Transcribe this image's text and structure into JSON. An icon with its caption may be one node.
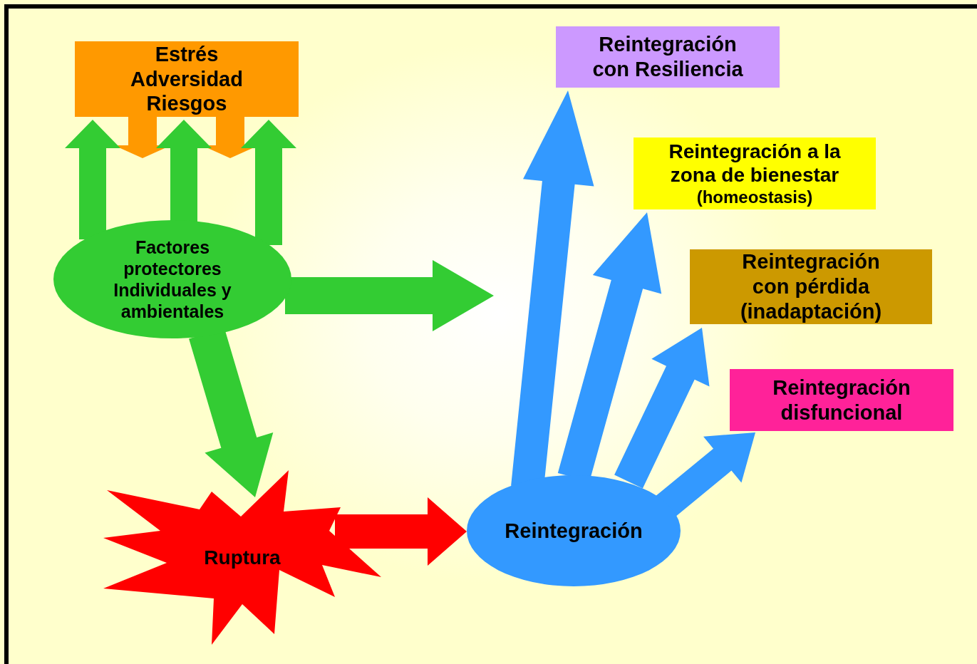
{
  "diagram": {
    "nodes": [
      {
        "text": [
          "Estrés Adversidad Riesgos"
        ]
      },
      {
        "text": [
          "Factores protectores Individuales y ambientales"
        ]
      },
      {
        "text": [
          "Ruptura"
        ]
      },
      {
        "text": [
          "Reintegración"
        ]
      },
      {
        "text": [
          "Reintegración con Resiliencia"
        ]
      },
      {
        "text": [
          "Reintegración a la zona de bienestar",
          "(homeostasis)"
        ]
      },
      {
        "text": [
          "Reintegración con pérdida (inadaptación)"
        ]
      },
      {
        "text": [
          "Reintegración disfuncional"
        ]
      }
    ],
    "edges": [
      {
        "from": 0,
        "to": null,
        "arrow": "to",
        "color": "#ff9900"
      },
      {
        "from": 0,
        "to": null,
        "arrow": "to",
        "color": "#ff9900"
      },
      {
        "from": 1,
        "to": 0,
        "arrow": "to",
        "color": "#33cc33"
      },
      {
        "from": 1,
        "to": 0,
        "arrow": "to",
        "color": "#33cc33"
      },
      {
        "from": 1,
        "to": 0,
        "arrow": "to",
        "color": "#33cc33"
      },
      {
        "from": 1,
        "to": null,
        "arrow": "to",
        "color": "#33cc33"
      },
      {
        "from": 1,
        "to": 2,
        "arrow": "to",
        "color": "#33cc33"
      },
      {
        "from": 2,
        "to": 3,
        "arrow": "to",
        "color": "#ff0000"
      },
      {
        "from": 3,
        "to": 4,
        "arrow": "to",
        "color": "#3399ff"
      },
      {
        "from": 3,
        "to": 5,
        "arrow": "to",
        "color": "#3399ff"
      },
      {
        "from": 3,
        "to": 6,
        "arrow": "to",
        "color": "#3399ff"
      },
      {
        "from": 3,
        "to": 7,
        "arrow": "to",
        "color": "#3399ff"
      }
    ]
  }
}
